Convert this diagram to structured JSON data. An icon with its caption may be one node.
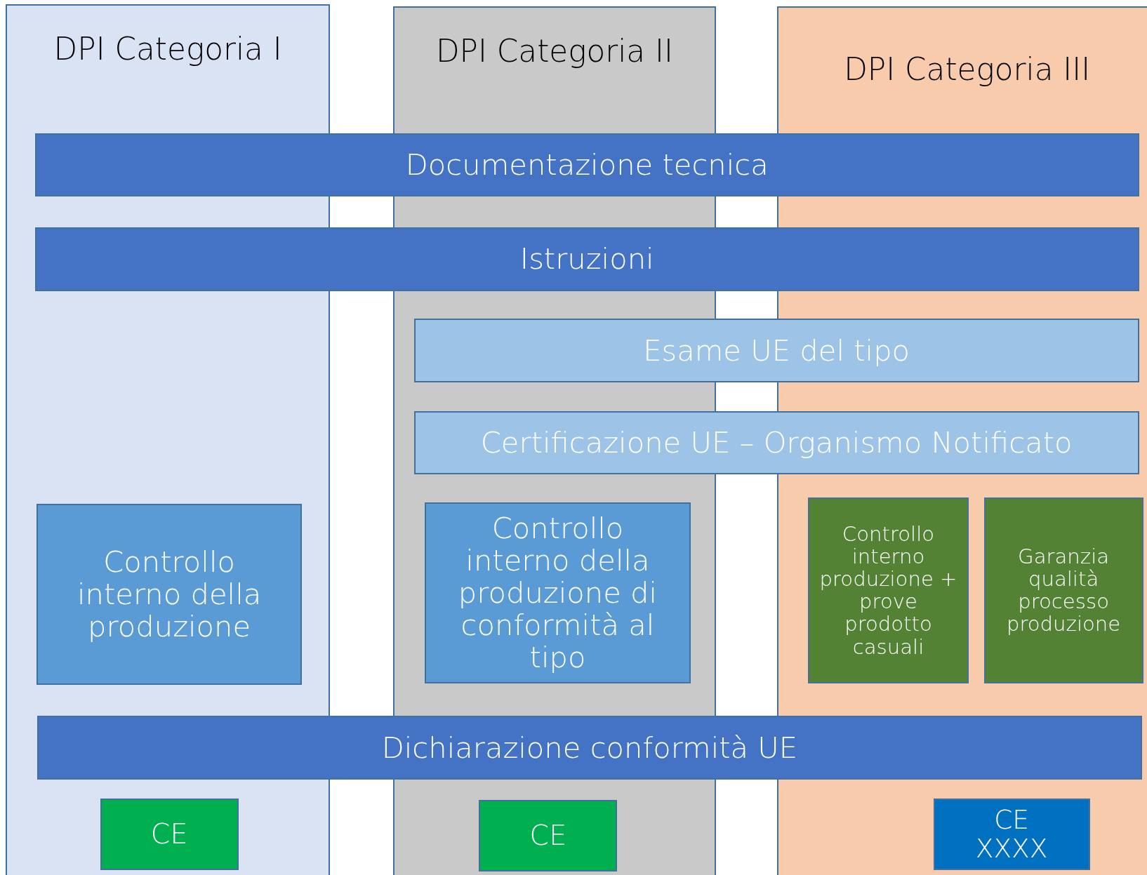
{
  "diagram": {
    "nodes": [
      {
        "text": [
          "DPI Categoria I"
        ]
      },
      {
        "text": [
          "DPI Categoria II"
        ]
      },
      {
        "text": [
          "DPI Categoria III"
        ]
      },
      {
        "text": [
          "Documentazione tecnica"
        ]
      },
      {
        "text": [
          "Istruzioni"
        ]
      },
      {
        "text": [
          "Esame UE del tipo"
        ]
      },
      {
        "text": [
          "Certificazione UE – Organismo Notificato"
        ]
      },
      {
        "text": [
          "Controllo interno della produzione"
        ],
        "in": 0
      },
      {
        "text": [
          "Controllo interno della produzione di conformità al tipo"
        ],
        "in": 1
      },
      {
        "text": [
          "Controllo interno produzione + prove prodotto casuali"
        ],
        "in": 2
      },
      {
        "text": [
          "Garanzia qualità processo produzione"
        ],
        "in": 2
      },
      {
        "text": [
          "Dichiarazione conformità UE"
        ]
      },
      {
        "text": [
          "CE"
        ],
        "in": 0
      },
      {
        "text": [
          "CE"
        ],
        "in": 1
      },
      {
        "text": [
          "CE XXXX"
        ],
        "in": 2
      }
    ]
  }
}
